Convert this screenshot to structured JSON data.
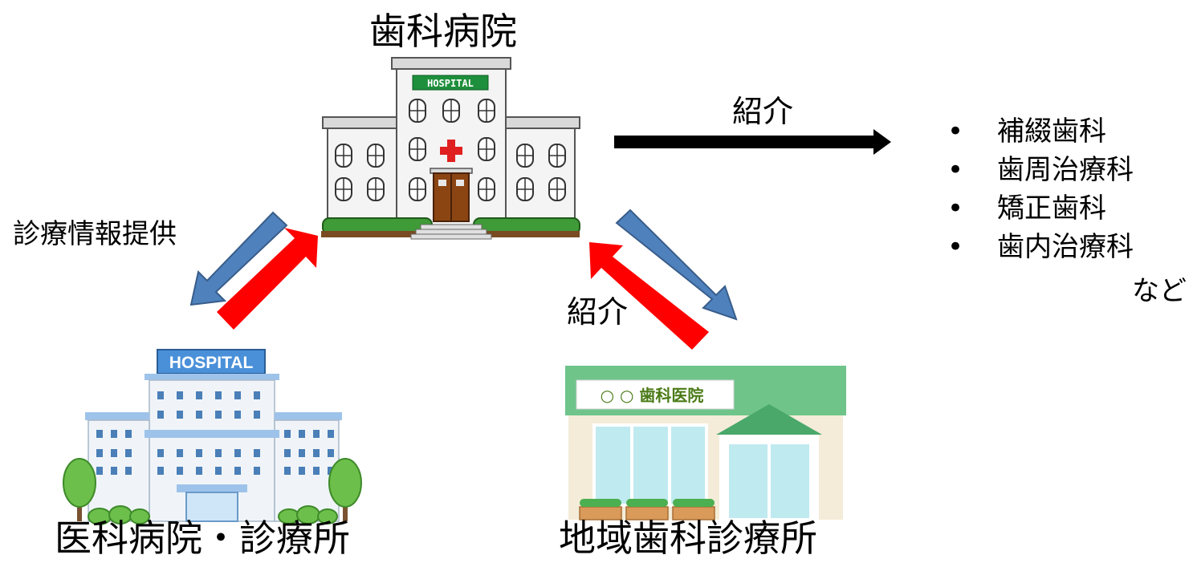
{
  "nodes": {
    "dental_hospital": "歯科病院",
    "medical": "医科病院・診療所",
    "community_dental": "地域歯科診療所"
  },
  "signs": {
    "hospital_small": "HOSPITAL",
    "hospital_large": "HOSPITAL",
    "clinic": "○ ○ 歯科医院"
  },
  "edges": {
    "info_label": "診療情報提供",
    "referral_right": "紹介",
    "referral_bottom": "紹介"
  },
  "departments": [
    "補綴歯科",
    "歯周治療科",
    "矯正歯科",
    "歯内治療科"
  ],
  "departments_suffix": "など",
  "colors": {
    "blue_arrow": "#4f81bd",
    "red_arrow": "#ff0000",
    "black_arrow": "#000000"
  }
}
